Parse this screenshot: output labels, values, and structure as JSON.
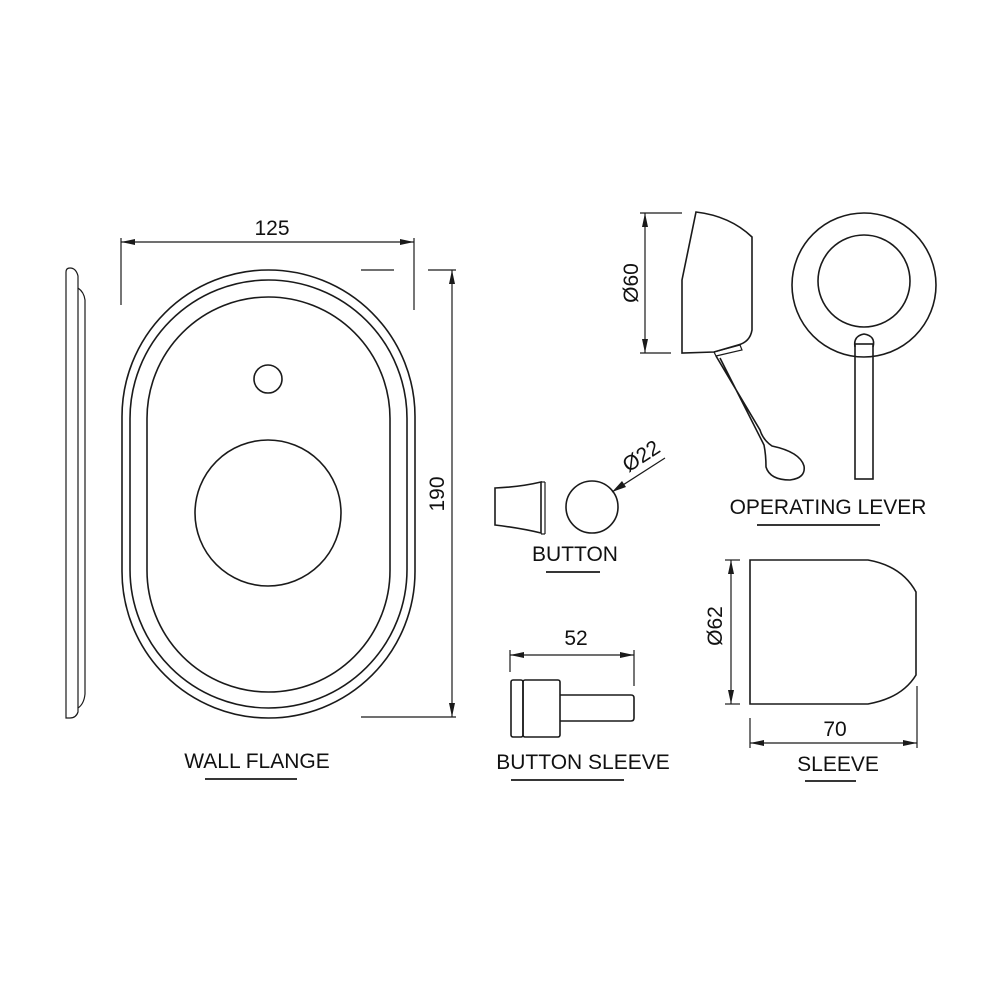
{
  "drawing": {
    "background": "#ffffff",
    "line_color": "#1a1a1a",
    "units": "mm"
  },
  "components": {
    "wall_flange": {
      "label": "WALL FLANGE",
      "width_dim": "125",
      "height_dim": "190"
    },
    "button": {
      "label": "BUTTON",
      "diameter_dim": "Ø22"
    },
    "button_sleeve": {
      "label": "BUTTON SLEEVE",
      "length_dim": "52"
    },
    "operating_lever": {
      "label": "OPERATING LEVER",
      "diameter_dim": "Ø60"
    },
    "sleeve": {
      "label": "SLEEVE",
      "diameter_dim": "Ø62",
      "length_dim": "70"
    }
  }
}
